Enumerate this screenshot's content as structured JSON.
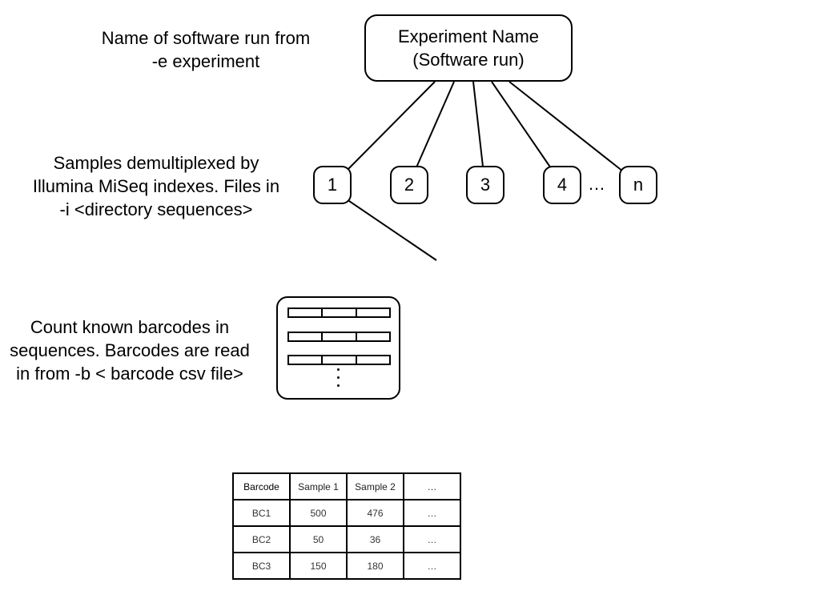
{
  "labels": {
    "software_run": [
      "Name of software run from",
      "-e experiment"
    ],
    "samples": [
      "Samples demultiplexed by",
      "Illumina MiSeq indexes. Files in",
      "-i <directory sequences>"
    ],
    "barcodes": [
      "Count known barcodes in",
      "sequences. Barcodes are read",
      "in from -b < barcode csv file>"
    ]
  },
  "experiment": {
    "line1": "Experiment Name",
    "line2": "(Software run)"
  },
  "samples": [
    "1",
    "2",
    "3",
    "4",
    "n"
  ],
  "samples_ellipsis": "…",
  "table": {
    "headers": [
      "Barcode",
      "Sample 1",
      "Sample 2",
      "…"
    ],
    "rows": [
      [
        "BC1",
        "500",
        "476",
        "…"
      ],
      [
        "BC2",
        "50",
        "36",
        "…"
      ],
      [
        "BC3",
        "150",
        "180",
        "…"
      ]
    ]
  }
}
